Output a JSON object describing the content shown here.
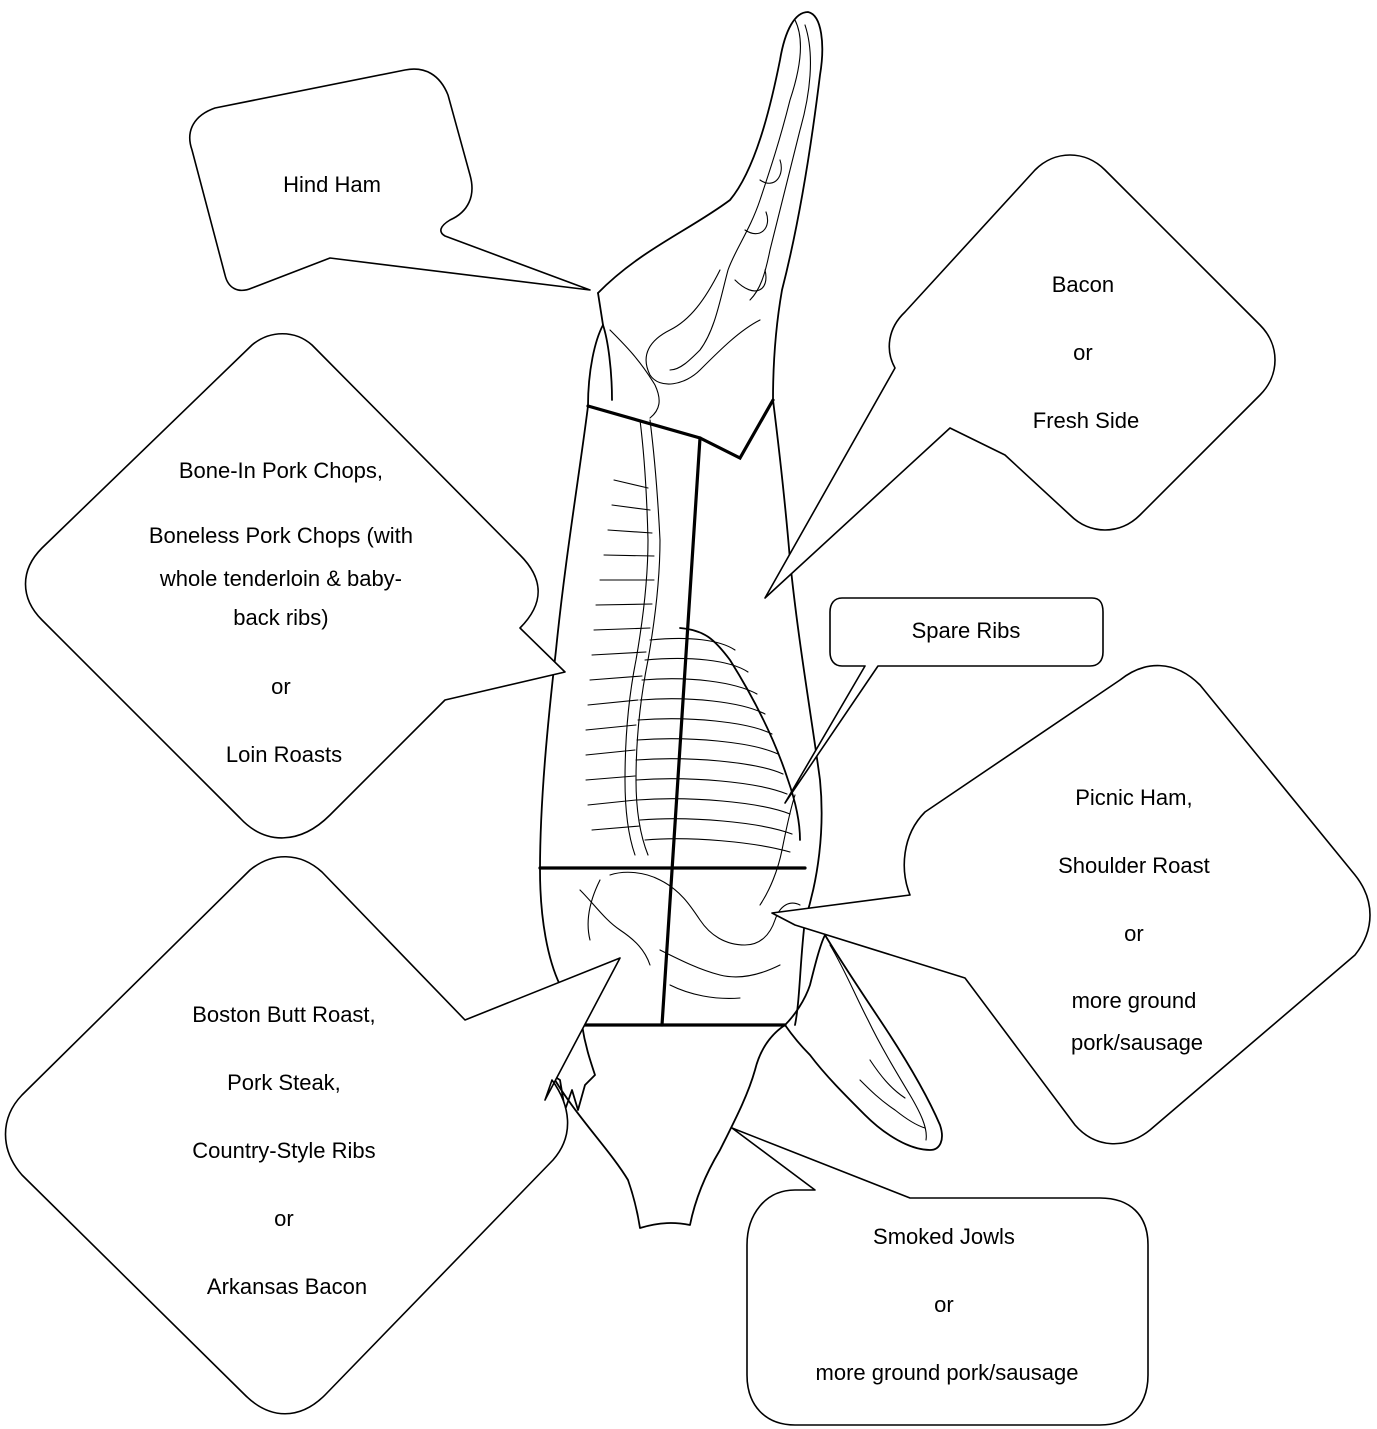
{
  "callouts": {
    "hind_ham": {
      "lines": [
        "Hind Ham"
      ]
    },
    "bacon": {
      "lines": [
        "Bacon",
        "or",
        "Fresh Side"
      ]
    },
    "loin": {
      "lines": [
        "Bone-In Pork Chops,",
        "Boneless Pork Chops (with",
        "whole tenderloin & baby-",
        "back ribs)",
        "or",
        "Loin Roasts"
      ]
    },
    "spare_ribs": {
      "lines": [
        "Spare Ribs"
      ]
    },
    "picnic": {
      "lines": [
        "Picnic Ham,",
        "Shoulder Roast",
        "or",
        "more ground",
        "pork/sausage"
      ]
    },
    "boston_butt": {
      "lines": [
        "Boston Butt Roast,",
        "Pork Steak,",
        "Country-Style Ribs",
        "or",
        "Arkansas Bacon"
      ]
    },
    "jowls": {
      "lines": [
        "Smoked Jowls",
        "or",
        "more ground pork/sausage"
      ]
    }
  }
}
